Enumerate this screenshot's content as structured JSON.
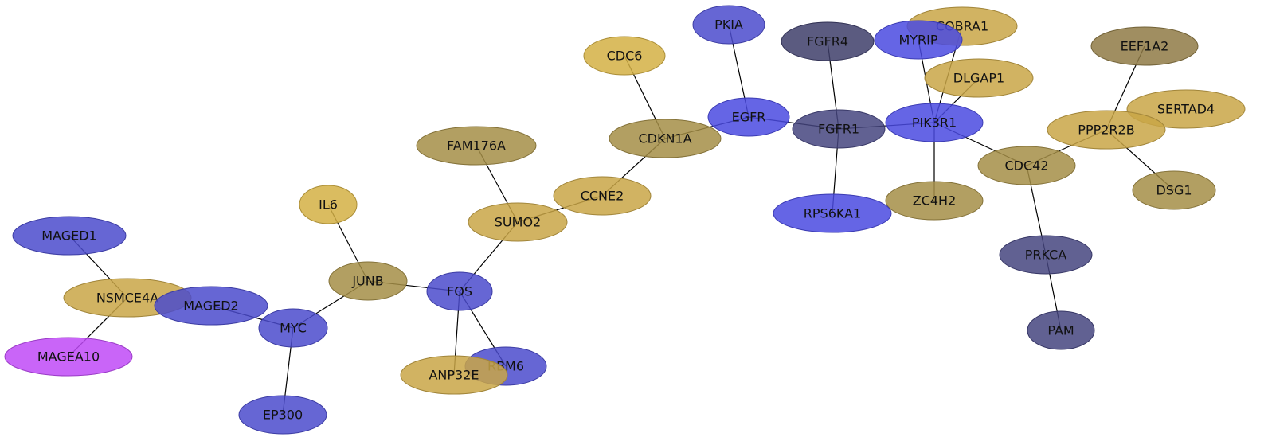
{
  "colors": {
    "blue": "#4b4bcc",
    "bright_blue": "#4a4ae0",
    "slate": "#45457f",
    "dark_slate": "#3e3e6a",
    "gold": "#c9a647",
    "bright_gold": "#d4b044",
    "olive": "#a58e47",
    "dark_olive": "#8f7a45",
    "magenta": "#c04af7"
  },
  "nodes": [
    {
      "id": "CDC6",
      "color": "bright_gold"
    },
    {
      "id": "PKIA",
      "color": "blue"
    },
    {
      "id": "FGFR4",
      "color": "dark_slate"
    },
    {
      "id": "COBRA1",
      "color": "gold"
    },
    {
      "id": "MYRIP",
      "color": "bright_blue"
    },
    {
      "id": "EEF1A2",
      "color": "dark_olive"
    },
    {
      "id": "DLGAP1",
      "color": "gold"
    },
    {
      "id": "SERTAD4",
      "color": "gold"
    },
    {
      "id": "PPP2R2B",
      "color": "gold"
    },
    {
      "id": "EGFR",
      "color": "bright_blue"
    },
    {
      "id": "FGFR1",
      "color": "slate"
    },
    {
      "id": "PIK3R1",
      "color": "bright_blue"
    },
    {
      "id": "CDKN1A",
      "color": "olive"
    },
    {
      "id": "FAM176A",
      "color": "olive"
    },
    {
      "id": "CDC42",
      "color": "olive"
    },
    {
      "id": "DSG1",
      "color": "olive"
    },
    {
      "id": "CCNE2",
      "color": "gold"
    },
    {
      "id": "ZC4H2",
      "color": "olive"
    },
    {
      "id": "RPS6KA1",
      "color": "bright_blue"
    },
    {
      "id": "IL6",
      "color": "bright_gold"
    },
    {
      "id": "SUMO2",
      "color": "gold"
    },
    {
      "id": "MAGED1",
      "color": "blue"
    },
    {
      "id": "PRKCA",
      "color": "slate"
    },
    {
      "id": "JUNB",
      "color": "olive"
    },
    {
      "id": "FOS",
      "color": "blue"
    },
    {
      "id": "NSMCE4A",
      "color": "gold"
    },
    {
      "id": "MAGED2",
      "color": "blue"
    },
    {
      "id": "MYC",
      "color": "blue"
    },
    {
      "id": "PAM",
      "color": "slate"
    },
    {
      "id": "MAGEA10",
      "color": "magenta"
    },
    {
      "id": "RBM6",
      "color": "blue"
    },
    {
      "id": "ANP32E",
      "color": "gold"
    },
    {
      "id": "EP300",
      "color": "blue"
    }
  ],
  "edges": [
    [
      "CDC6",
      "CDKN1A"
    ],
    [
      "PKIA",
      "EGFR"
    ],
    [
      "FGFR4",
      "FGFR1"
    ],
    [
      "MYRIP",
      "PIK3R1"
    ],
    [
      "COBRA1",
      "PIK3R1"
    ],
    [
      "DLGAP1",
      "PIK3R1"
    ],
    [
      "EEF1A2",
      "PPP2R2B"
    ],
    [
      "PPP2R2B",
      "CDC42"
    ],
    [
      "PPP2R2B",
      "DSG1"
    ],
    [
      "EGFR",
      "CDKN1A"
    ],
    [
      "EGFR",
      "FGFR1"
    ],
    [
      "FGFR1",
      "PIK3R1"
    ],
    [
      "FGFR1",
      "RPS6KA1"
    ],
    [
      "PIK3R1",
      "ZC4H2"
    ],
    [
      "PIK3R1",
      "CDC42"
    ],
    [
      "CDKN1A",
      "CCNE2"
    ],
    [
      "CCNE2",
      "SUMO2"
    ],
    [
      "FAM176A",
      "SUMO2"
    ],
    [
      "SUMO2",
      "FOS"
    ],
    [
      "CDC42",
      "PRKCA"
    ],
    [
      "PRKCA",
      "PAM"
    ],
    [
      "IL6",
      "JUNB"
    ],
    [
      "JUNB",
      "FOS"
    ],
    [
      "JUNB",
      "MYC"
    ],
    [
      "FOS",
      "RBM6"
    ],
    [
      "FOS",
      "ANP32E"
    ],
    [
      "MAGED2",
      "MYC"
    ],
    [
      "MYC",
      "EP300"
    ],
    [
      "MAGED1",
      "NSMCE4A"
    ],
    [
      "NSMCE4A",
      "MAGEA10"
    ]
  ]
}
